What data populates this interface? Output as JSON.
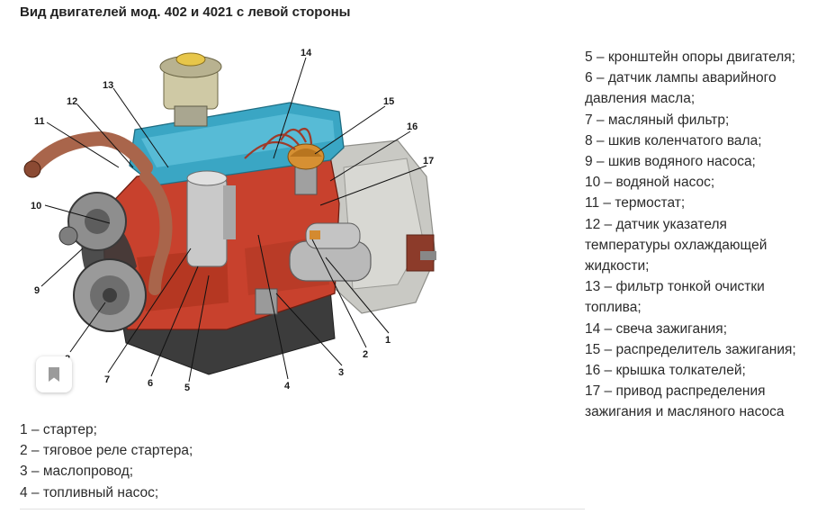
{
  "title": "Вид двигателей мод. 402 и 4021 с левой стороны",
  "callouts": [
    "1",
    "2",
    "3",
    "4",
    "5",
    "6",
    "7",
    "8",
    "9",
    "10",
    "11",
    "12",
    "13",
    "14",
    "15",
    "16",
    "17"
  ],
  "legend_right": [
    "5 – кронштейн опоры двигателя;",
    "6 – датчик лампы аварийного",
    "давления масла;",
    "7 – масляный фильтр;",
    "8 – шкив коленчатого вала;",
    "9 – шкив водяного насоса;",
    "10 – водяной насос;",
    "11 – термостат;",
    "12 – датчик указателя",
    "температуры охлаждающей",
    "жидкости;",
    "13 – фильтр тонкой очистки",
    "топлива;",
    "14 – свеча зажигания;",
    "15 – распределитель зажигания;",
    "16 – крышка толкателей;",
    "17 – привод распределения",
    "зажигания и масляного насоса"
  ],
  "legend_bottom": [
    "1 – стартер;",
    "2 – тяговое реле стартера;",
    "3 – маслопровод;",
    "4 – топливный насос;"
  ],
  "colors": {
    "block": "#c8412d",
    "valve_cover": "#3aa6c4",
    "gearbox": "#c9c9c4",
    "metal": "#b9b9b9",
    "hose": "#a9654b"
  },
  "icons": {
    "bookmark": "bookmark-icon"
  }
}
